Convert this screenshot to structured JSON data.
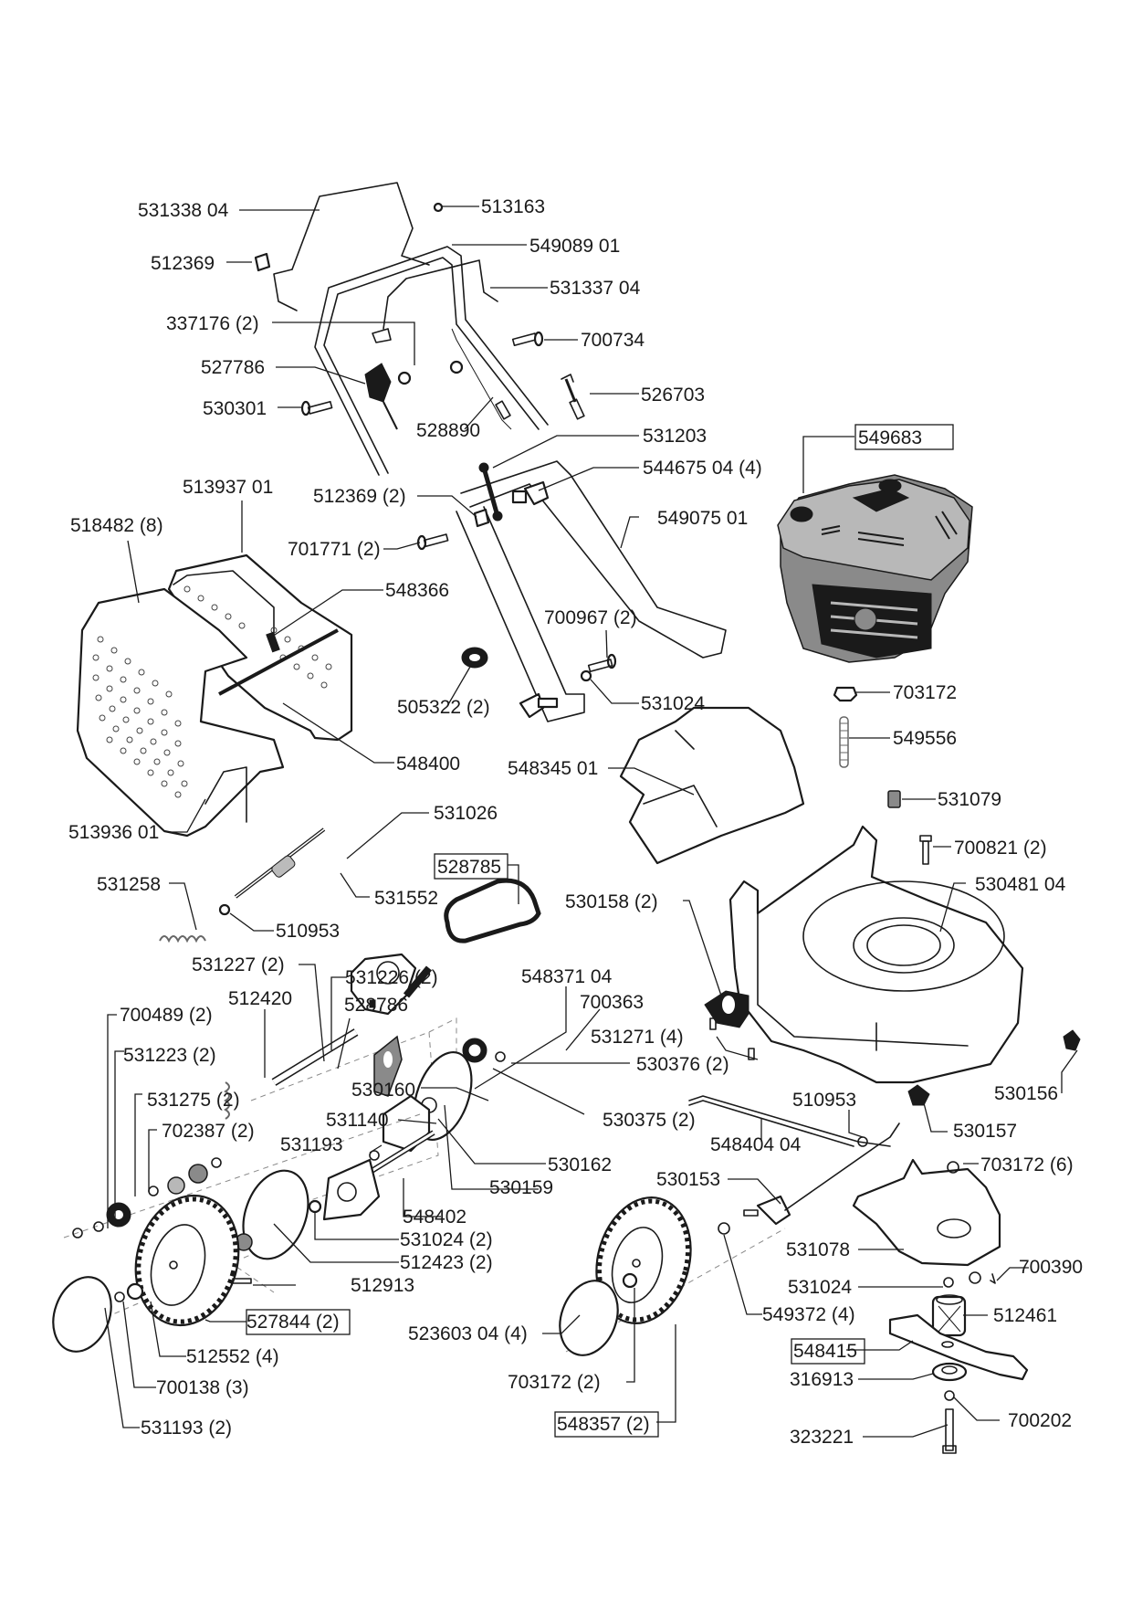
{
  "diagram": {
    "title": "Lawn mower exploded parts diagram",
    "labels": {
      "l531338": "531338 04",
      "l513163": "513163",
      "l549089": "549089 01",
      "l512369a": "512369",
      "l531337": "531337 04",
      "l337176": "337176 (2)",
      "l700734": "700734",
      "l527786": "527786",
      "l526703": "526703",
      "l530301": "530301",
      "l528890": "528890",
      "l531203": "531203",
      "l549683": "549683",
      "l513937": "513937 01",
      "l544675": "544675 04 (4)",
      "l512369b": "512369 (2)",
      "l518482": "518482 (8)",
      "l549075": "549075 01",
      "l701771": "701771 (2)",
      "l548366": "548366",
      "l700967": "700967 (2)",
      "l505322": "505322 (2)",
      "l531024a": "531024",
      "l703172a": "703172",
      "l548400": "548400",
      "l549556": "549556",
      "l548345": "548345 01",
      "l531079": "531079",
      "l513936": "513936 01",
      "l531026": "531026",
      "l700821": "700821 (2)",
      "l528785": "528785",
      "l530481": "530481 04",
      "l531258": "531258",
      "l531552": "531552",
      "l530158": "530158 (2)",
      "l510953a": "510953",
      "l531227": "531227 (2)",
      "l531226": "531226 (2)",
      "l548371": "548371 04",
      "l512420": "512420",
      "l528786": "528786",
      "l700363": "700363",
      "l700489": "700489 (2)",
      "l531271": "531271 (4)",
      "l531223": "531223 (2)",
      "l530376": "530376 (2)",
      "l530160": "530160",
      "l530156": "530156",
      "l531275": "531275 (2)",
      "l510953b": "510953",
      "l531140": "531140",
      "l530375": "530375 (2)",
      "l530157": "530157",
      "l702387": "702387 (2)",
      "l548404": "548404 04",
      "l531193a": "531193",
      "l530162": "530162",
      "l703172b": "703172 (6)",
      "l530159": "530159",
      "l530153": "530153",
      "l548402": "548402",
      "l531024b": "531024 (2)",
      "l531078": "531078",
      "l512423": "512423 (2)",
      "l531024c": "531024",
      "l700390": "700390",
      "l512913": "512913",
      "l549372": "549372 (4)",
      "l512461": "512461",
      "l527844": "527844 (2)",
      "l523603": "523603 04 (4)",
      "l548415": "548415",
      "l512552": "512552 (4)",
      "l703172c": "703172 (2)",
      "l316913": "316913",
      "l700138": "700138 (3)",
      "l700202": "700202",
      "l548357": "548357 (2)",
      "l531193b": "531193 (2)",
      "l323221": "323221"
    }
  }
}
